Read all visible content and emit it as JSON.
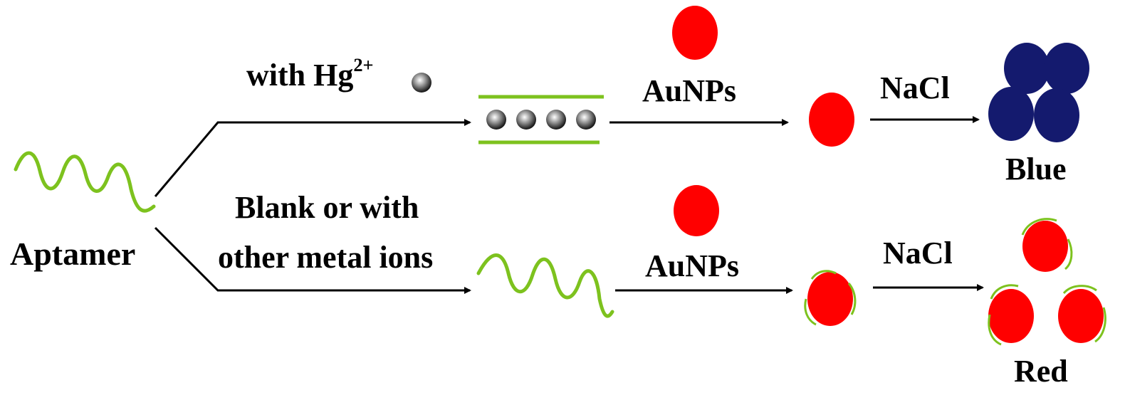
{
  "labels": {
    "aptamer": "Aptamer",
    "with_hg": "with Hg",
    "hg_charge": "2+",
    "blank_line1": "Blank or with",
    "blank_line2": "other metal ions",
    "aunps_top": "AuNPs",
    "aunps_bottom": "AuNPs",
    "nacl_top": "NaCl",
    "nacl_bottom": "NaCl",
    "result_blue": "Blue",
    "result_red": "Red"
  },
  "colors": {
    "aptamer_strand": "#7dc21e",
    "aunp": "#ff0000",
    "aggregated_aunp": "#141a6e",
    "hg_ion": "#3a3a3a",
    "arrow": "#000000"
  }
}
